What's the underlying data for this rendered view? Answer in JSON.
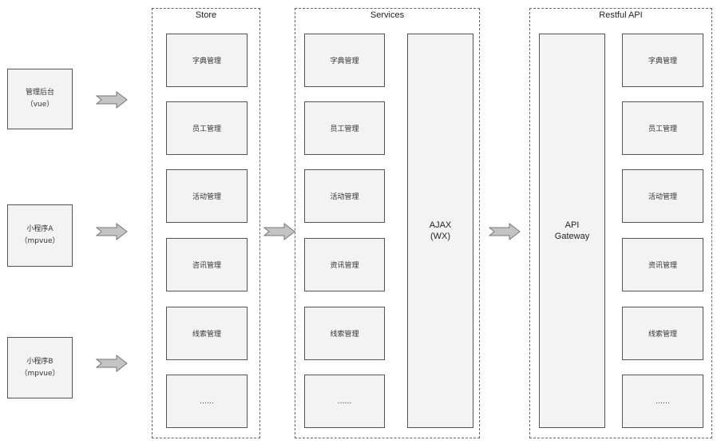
{
  "clients": [
    {
      "line1": "管理后台",
      "line2": "（vue）"
    },
    {
      "line1": "小程序A",
      "line2": "（mpvue）"
    },
    {
      "line1": "小程序B",
      "line2": "（mpvue）"
    }
  ],
  "store": {
    "title": "Store",
    "modules": [
      "字典管理",
      "员工管理",
      "活动管理",
      "咨讯管理",
      "线索管理",
      "……"
    ]
  },
  "services": {
    "title": "Services",
    "modules": [
      "字典管理",
      "员工管理",
      "活动管理",
      "资讯管理",
      "线索管理",
      "……"
    ],
    "ajax": {
      "line1": "AJAX",
      "line2": "(WX)"
    }
  },
  "restful": {
    "title": "Restful API",
    "gateway": {
      "line1": "API",
      "line2": "Gateway"
    },
    "modules": [
      "字典管理",
      "员工管理",
      "活动管理",
      "资讯管理",
      "线索管理",
      "……"
    ]
  },
  "colors": {
    "box_fill": "#f3f3f3",
    "box_border": "#555555",
    "arrow_fill": "#c4c4c4",
    "arrow_stroke": "#777777"
  }
}
